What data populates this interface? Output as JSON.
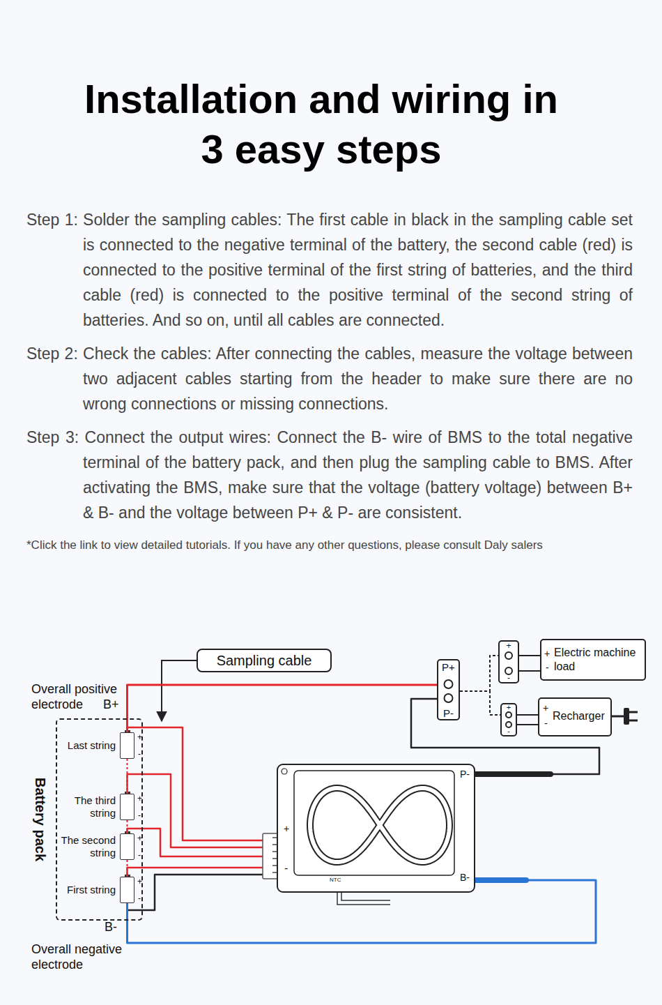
{
  "diagram": {
    "title": "Installation and wiring in 3 easy steps",
    "nodes": [
      {
        "text": [
          "Sampling cable"
        ]
      },
      {
        "text": [
          "Battery pack"
        ]
      },
      {
        "text": [
          "Last string",
          "+",
          "-"
        ],
        "in": 1
      },
      {
        "text": [
          "The third string",
          "+",
          "-"
        ],
        "in": 1
      },
      {
        "text": [
          "The second string",
          "+",
          "-"
        ],
        "in": 1
      },
      {
        "text": [
          "First string",
          "+",
          "-"
        ],
        "in": 1
      },
      {
        "text": [
          "P-",
          "+",
          "-",
          "NTC",
          "B-"
        ]
      },
      {
        "text": [
          "P+",
          "P-"
        ]
      },
      {
        "text": [
          "+",
          "-"
        ]
      },
      {
        "text": [
          "+",
          "-"
        ]
      },
      {
        "text": [
          "+",
          "-",
          "Electric machine load"
        ]
      },
      {
        "text": [
          "+",
          "-",
          "Recharger"
        ]
      }
    ],
    "edges": [
      {
        "from": 2,
        "to": 7,
        "arrow": "none"
      },
      {
        "from": 2,
        "to": 6,
        "arrow": "none"
      },
      {
        "from": 3,
        "to": 6,
        "arrow": "none"
      },
      {
        "from": 4,
        "to": 6,
        "arrow": "none"
      },
      {
        "from": 5,
        "to": 6,
        "arrow": "none"
      },
      {
        "from": 5,
        "to": 6,
        "arrow": "none"
      },
      {
        "from": 2,
        "to": 3,
        "arrow": "none"
      },
      {
        "from": 3,
        "to": 4,
        "arrow": "none"
      },
      {
        "from": 4,
        "to": 5,
        "arrow": "none"
      },
      {
        "from": 6,
        "to": 5,
        "arrow": "none"
      },
      {
        "from": 6,
        "to": 7,
        "arrow": "none"
      },
      {
        "from": 7,
        "to": 8,
        "arrow": "none"
      },
      {
        "from": 7,
        "to": 9,
        "arrow": "none"
      },
      {
        "from": 8,
        "to": 10,
        "arrow": "none"
      },
      {
        "from": 9,
        "to": 11,
        "arrow": "none"
      }
    ],
    "labels": [
      "Step 1: Solder the sampling cables: The first cable in black in the sampling cable set is connected to the negative terminal of the battery, the second cable (red) is connected to the positive terminal of the first string of batteries, and the third cable (red) is connected to the positive terminal of the second string of batteries. And so on, until all cables are connected.",
      "Step 2: Check the cables: After connecting the cables, measure the voltage between two adjacent cables starting from the header to make sure there are no wrong connections or missing connections.",
      "Step 3: Connect the output wires: Connect the B- wire of BMS to the total negative terminal of the battery pack, and then plug the sampling cable to BMS. After activating the BMS, make sure that the voltage (battery voltage) between B+ & B- and the voltage between P+ & P- are consistent.",
      "*Click the link to view detailed tutorials. If you have any other questions, please consult Daly salers",
      "Overall positive electrode",
      "B+",
      "B-",
      "Overall negative electrode"
    ]
  }
}
